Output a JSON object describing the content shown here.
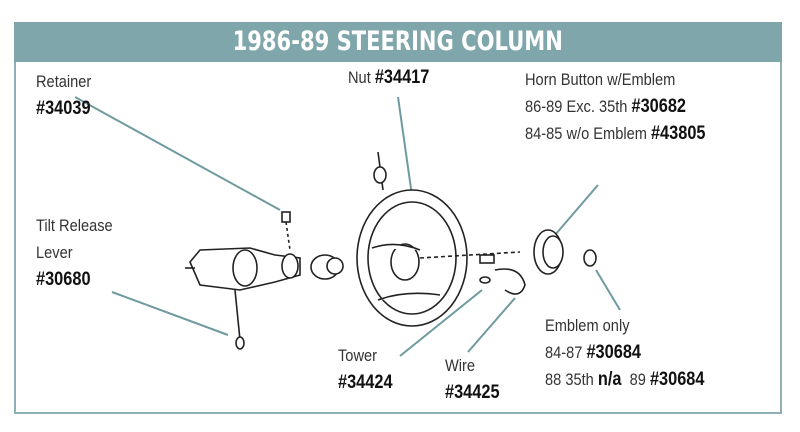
{
  "title": "1986-89 STEERING COLUMN",
  "labels": {
    "retainer": {
      "name": "Retainer",
      "part": "#34039"
    },
    "nut": {
      "name": "Nut",
      "part": "#34417"
    },
    "horn": {
      "name": "Horn Button w/Emblem",
      "line1_text": "86-89 Exc. 35th",
      "line1_part": "#30682",
      "line2_text": "84-85 w/o Emblem",
      "line2_part": "#43805"
    },
    "tilt": {
      "name1": "Tilt Release",
      "name2": "Lever",
      "part": "#30680"
    },
    "tower": {
      "name": "Tower",
      "part": "#34424"
    },
    "wire": {
      "name": "Wire",
      "part": "#34425"
    },
    "emblem": {
      "name": "Emblem only",
      "line1_text": "84-87",
      "line1_part": "#30684",
      "line2_text": "88 35th",
      "line2_na": "n/a",
      "line2_text2": "89",
      "line2_part": "#30684"
    }
  },
  "colors": {
    "accent": "#7fa6ab",
    "leader": "#6e9aa0"
  }
}
